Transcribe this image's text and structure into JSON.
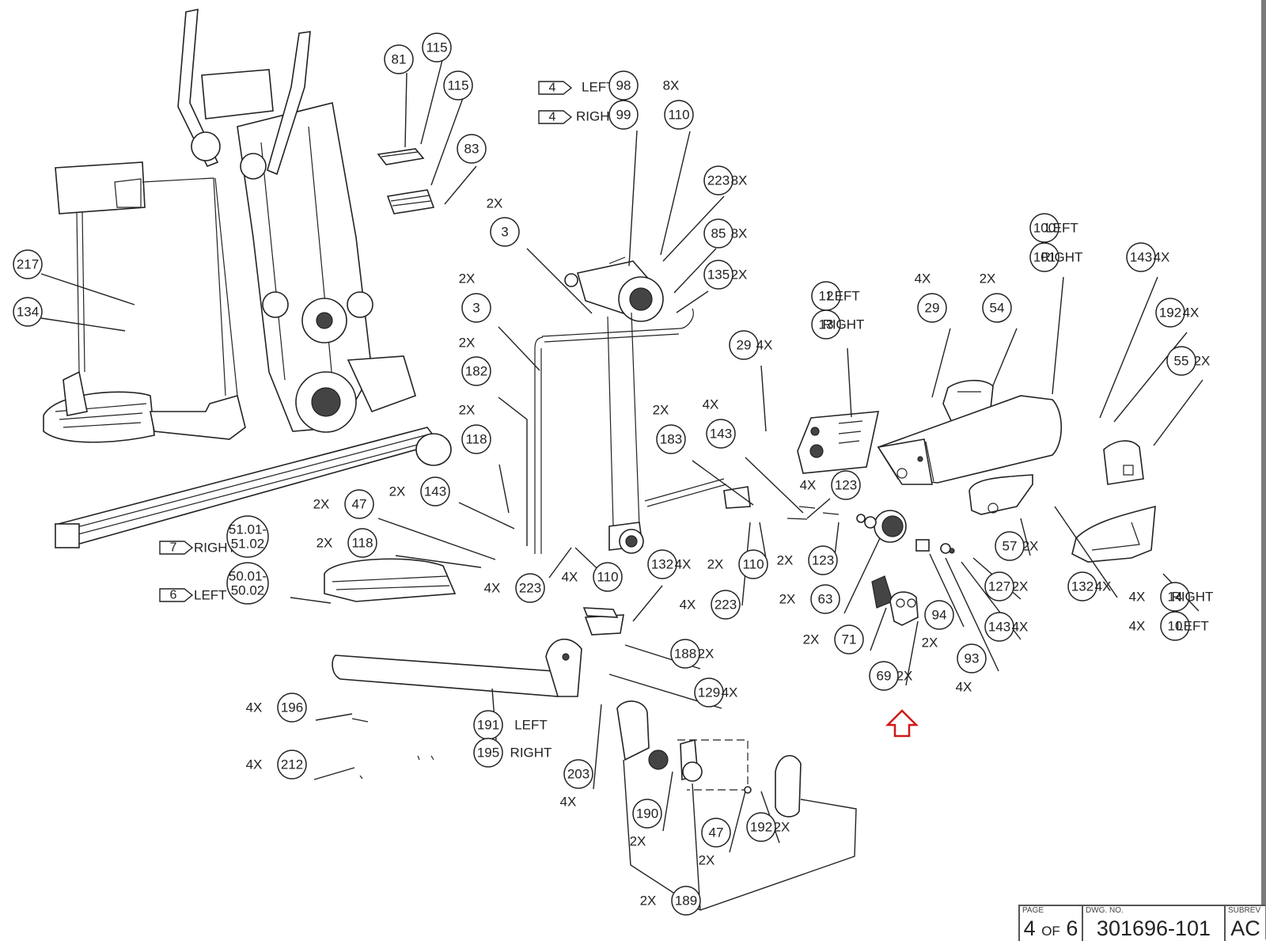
{
  "document": {
    "type": "exploded parts diagram",
    "highlight": {
      "target_part": "69",
      "marker": "red-outline-up-arrow",
      "color": "#d01818"
    }
  },
  "title_block": {
    "page_label": "PAGE",
    "page_current": "4",
    "page_of": "OF",
    "page_total": "6",
    "dwg_label": "DWG. NO.",
    "dwg_number": "301696-101",
    "subrev_label": "SUBREV",
    "subrev_value": "AC"
  },
  "sheet_tags": [
    {
      "ref": "4",
      "side": "LEFT"
    },
    {
      "ref": "4",
      "side": "RIGHT"
    },
    {
      "ref": "7",
      "side": "RIGHT"
    },
    {
      "ref": "6",
      "side": "LEFT"
    }
  ],
  "callouts": [
    {
      "id": "c217",
      "part": "217",
      "qty": ""
    },
    {
      "id": "c134",
      "part": "134",
      "qty": ""
    },
    {
      "id": "c81",
      "part": "81",
      "qty": ""
    },
    {
      "id": "c115a",
      "part": "115",
      "qty": ""
    },
    {
      "id": "c115b",
      "part": "115",
      "qty": ""
    },
    {
      "id": "c83",
      "part": "83",
      "qty": ""
    },
    {
      "id": "c98",
      "part": "98",
      "qty": "",
      "side": "LEFT"
    },
    {
      "id": "c99",
      "part": "99",
      "qty": "",
      "side": "RIGHT"
    },
    {
      "id": "c110a",
      "part": "110",
      "qty": "8X"
    },
    {
      "id": "c223a",
      "part": "223",
      "qty": "8X"
    },
    {
      "id": "c85",
      "part": "85",
      "qty": "8X"
    },
    {
      "id": "c135",
      "part": "135",
      "qty": "2X"
    },
    {
      "id": "c3a",
      "part": "3",
      "qty": "2X"
    },
    {
      "id": "c3b",
      "part": "3",
      "qty": "2X"
    },
    {
      "id": "c182",
      "part": "182",
      "qty": "2X"
    },
    {
      "id": "c118a",
      "part": "118",
      "qty": "2X"
    },
    {
      "id": "c143a",
      "part": "143",
      "qty": "2X"
    },
    {
      "id": "c47a",
      "part": "47",
      "qty": "2X"
    },
    {
      "id": "c118b",
      "part": "118",
      "qty": "2X"
    },
    {
      "id": "c5101",
      "part": "51.01-\n51.02",
      "qty": "",
      "side": "RIGHT"
    },
    {
      "id": "c5001",
      "part": "50.01-\n50.02",
      "qty": "",
      "side": "LEFT"
    },
    {
      "id": "c223b",
      "part": "223",
      "qty": "4X"
    },
    {
      "id": "c110b",
      "part": "110",
      "qty": "4X"
    },
    {
      "id": "c132a",
      "part": "132",
      "qty": "4X"
    },
    {
      "id": "c183",
      "part": "183",
      "qty": "2X"
    },
    {
      "id": "c143b",
      "part": "143",
      "qty": "4X"
    },
    {
      "id": "c29a",
      "part": "29",
      "qty": "4X"
    },
    {
      "id": "c110c",
      "part": "110",
      "qty": "2X"
    },
    {
      "id": "c223c",
      "part": "223",
      "qty": "4X"
    },
    {
      "id": "c12",
      "part": "12",
      "qty": "",
      "side": "LEFT"
    },
    {
      "id": "c13",
      "part": "13",
      "qty": "",
      "side": "RIGHT"
    },
    {
      "id": "c29b",
      "part": "29",
      "qty": "4X"
    },
    {
      "id": "c54",
      "part": "54",
      "qty": "2X"
    },
    {
      "id": "c100",
      "part": "100",
      "qty": "",
      "side": "LEFT"
    },
    {
      "id": "c101",
      "part": "101",
      "qty": "",
      "side": "RIGHT"
    },
    {
      "id": "c143c",
      "part": "143",
      "qty": "4X"
    },
    {
      "id": "c192a",
      "part": "192",
      "qty": "4X"
    },
    {
      "id": "c55",
      "part": "55",
      "qty": "2X"
    },
    {
      "id": "c123a",
      "part": "123",
      "qty": "4X"
    },
    {
      "id": "c123b",
      "part": "123",
      "qty": "2X"
    },
    {
      "id": "c63",
      "part": "63",
      "qty": "2X"
    },
    {
      "id": "c71",
      "part": "71",
      "qty": "2X"
    },
    {
      "id": "c69",
      "part": "69",
      "qty": "2X"
    },
    {
      "id": "c94",
      "part": "94",
      "qty": "2X"
    },
    {
      "id": "c93",
      "part": "93",
      "qty": "4X"
    },
    {
      "id": "c143d",
      "part": "143",
      "qty": "4X"
    },
    {
      "id": "c127",
      "part": "127",
      "qty": "2X"
    },
    {
      "id": "c57",
      "part": "57",
      "qty": "2X"
    },
    {
      "id": "c132b",
      "part": "132",
      "qty": "4X"
    },
    {
      "id": "c14",
      "part": "14",
      "qty": "4X",
      "side": "RIGHT"
    },
    {
      "id": "c10",
      "part": "10",
      "qty": "4X",
      "side": "LEFT"
    },
    {
      "id": "c188",
      "part": "188",
      "qty": "2X"
    },
    {
      "id": "c129",
      "part": "129",
      "qty": "4X"
    },
    {
      "id": "c196",
      "part": "196",
      "qty": "4X"
    },
    {
      "id": "c212",
      "part": "212",
      "qty": "4X"
    },
    {
      "id": "c191",
      "part": "191",
      "qty": "",
      "side": "LEFT"
    },
    {
      "id": "c195",
      "part": "195",
      "qty": "",
      "side": "RIGHT"
    },
    {
      "id": "c203",
      "part": "203",
      "qty": "4X"
    },
    {
      "id": "c190",
      "part": "190",
      "qty": "2X"
    },
    {
      "id": "c47b",
      "part": "47",
      "qty": "2X"
    },
    {
      "id": "c192b",
      "part": "192",
      "qty": "2X"
    },
    {
      "id": "c189",
      "part": "189",
      "qty": "2X"
    }
  ]
}
